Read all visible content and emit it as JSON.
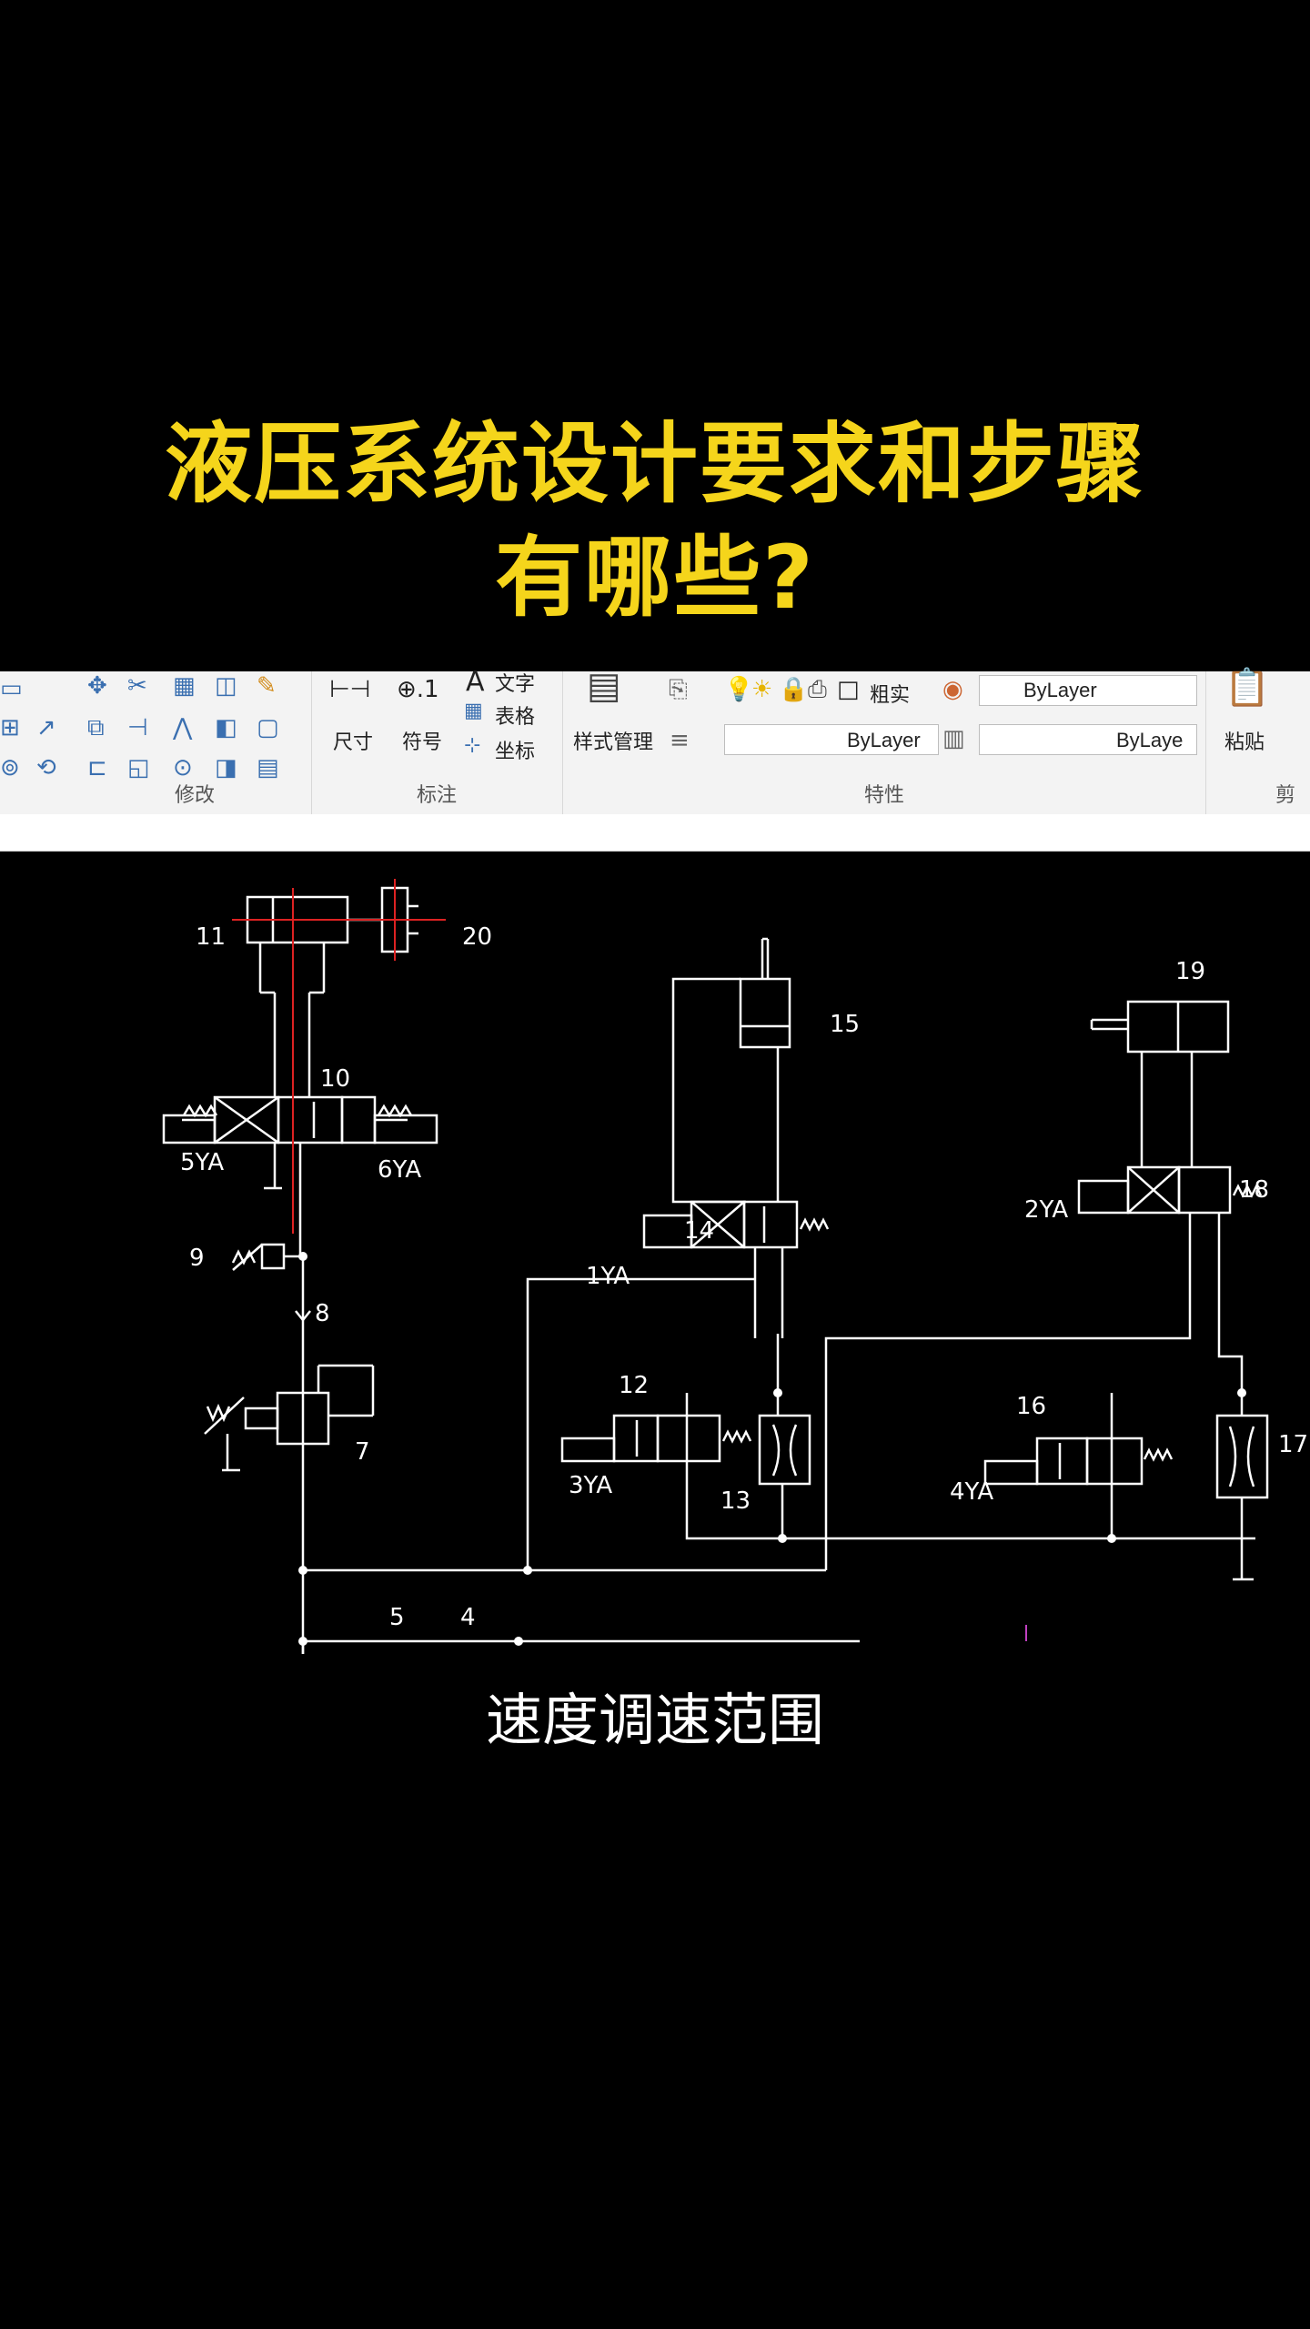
{
  "title": {
    "line1": "液压系统设计要求和步骤",
    "line2": "有哪些?"
  },
  "ribbon": {
    "panels": {
      "modify": "修改",
      "annotate": "标注",
      "properties": "特性",
      "clipboard": "剪切"
    },
    "annotate": {
      "text": "文字",
      "dimension": "尺寸",
      "symbol": "符号",
      "table": "表格",
      "coordinate": "坐标"
    },
    "style_manager": "样式管理",
    "lineweight": "粗实",
    "color_value": "ByLayer",
    "linetype_value": "ByLayer",
    "linetype2_value": "ByLaye",
    "paste": "粘贴"
  },
  "diagram": {
    "labels": [
      "11",
      "20",
      "10",
      "5YA",
      "6YA",
      "9",
      "8",
      "7",
      "15",
      "14",
      "1YA",
      "12",
      "3YA",
      "13",
      "19",
      "2YA",
      "18",
      "16",
      "4YA",
      "17",
      "5",
      "4"
    ]
  },
  "subtitle": "速度调速范围"
}
